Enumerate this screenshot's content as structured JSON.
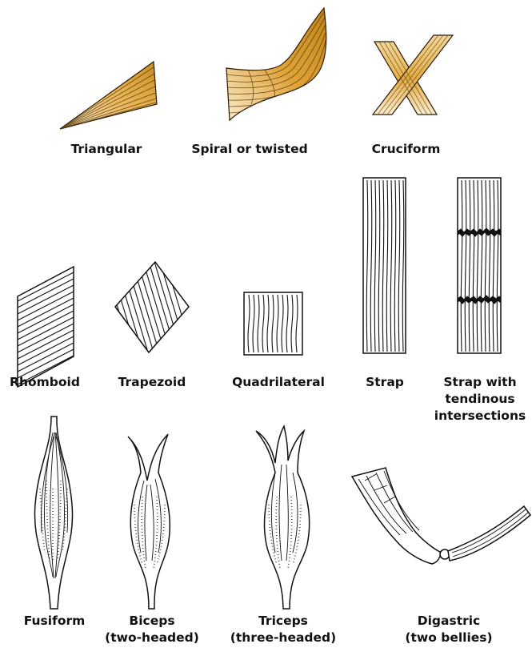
{
  "labels": {
    "triangular": "Triangular",
    "spiral": "Spiral or twisted",
    "cruciform": "Cruciform",
    "rhomboid": "Rhomboid",
    "trapezoid": "Trapezoid",
    "quadrilateral": "Quadrilateral",
    "strap": "Strap",
    "strap_tendinous": [
      "Strap with",
      "tendinous",
      "intersections"
    ],
    "fusiform": "Fusiform",
    "biceps": [
      "Biceps",
      "(two-headed)"
    ],
    "triceps": [
      "Triceps",
      "(three-headed)"
    ],
    "digastric": [
      "Digastric",
      "(two bellies)"
    ]
  },
  "colors": {
    "ink": "#111111",
    "muscle_light": "#f6dfa8",
    "muscle_mid": "#e3ad4a",
    "muscle_dark": "#c8901f"
  }
}
